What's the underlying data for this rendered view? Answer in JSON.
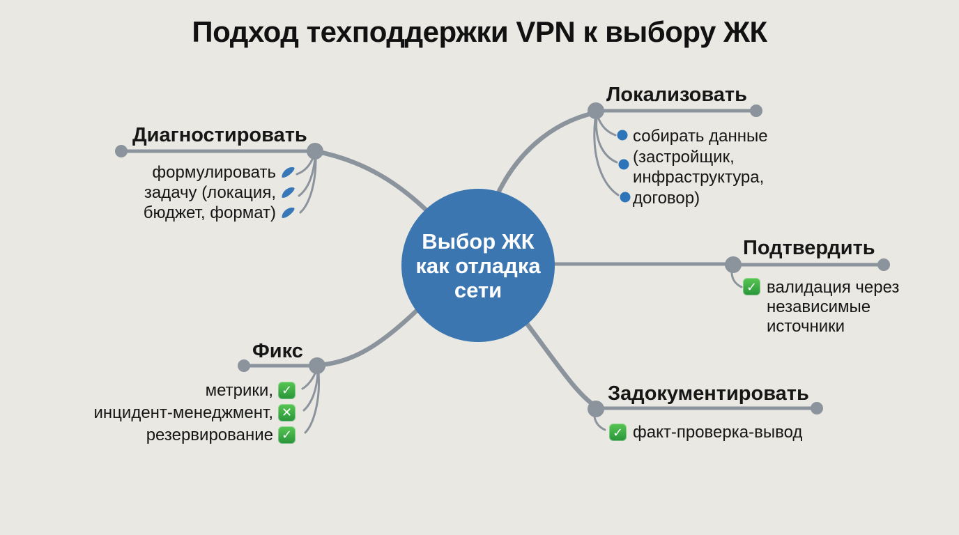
{
  "title": "Подход техподдержки VPN к выбору ЖК",
  "center": {
    "label": "Выбор ЖК\nкак отладка\nсети"
  },
  "icons": {
    "check_glyph": "✓",
    "cross_glyph": "✕"
  },
  "colors": {
    "background": "#e9e8e3",
    "connector_gray": "#8b939c",
    "center_blue": "#3b76b1",
    "center_text": "#ffffff",
    "bullet_blue": "#2d74b8",
    "pen_blue": "#3878b8",
    "check_green_top": "#58c653",
    "check_green_bottom": "#27953a",
    "text_dark": "#161616"
  },
  "branches": {
    "diagnose": {
      "label": "Диагностировать",
      "items": [
        {
          "text": "формулировать",
          "icon": "pen-icon"
        },
        {
          "text": "задачу (локация,",
          "icon": "pen-icon"
        },
        {
          "text": "бюджет, формат)",
          "icon": "pen-icon"
        }
      ]
    },
    "localize": {
      "label": "Локализовать",
      "item_text": "собирать данные\n(застройщик,\nинфраструктура,\nдоговор)",
      "bullet_icon": "bullet-dot-icon"
    },
    "confirm": {
      "label": "Подтвердить",
      "item_text": "валидация через\nнезависимые\nисточники",
      "item_icon": "check-square-icon"
    },
    "fix": {
      "label": "Фикс",
      "items": [
        {
          "text": "метрики,",
          "icon": "check-square-icon"
        },
        {
          "text": "инцидент-менеджмент,",
          "icon": "cross-square-icon"
        },
        {
          "text": "резервирование",
          "icon": "check-square-icon"
        }
      ]
    },
    "document": {
      "label": "Задокументировать",
      "item_text": "факт-проверка-вывод",
      "item_icon": "check-square-icon"
    }
  }
}
